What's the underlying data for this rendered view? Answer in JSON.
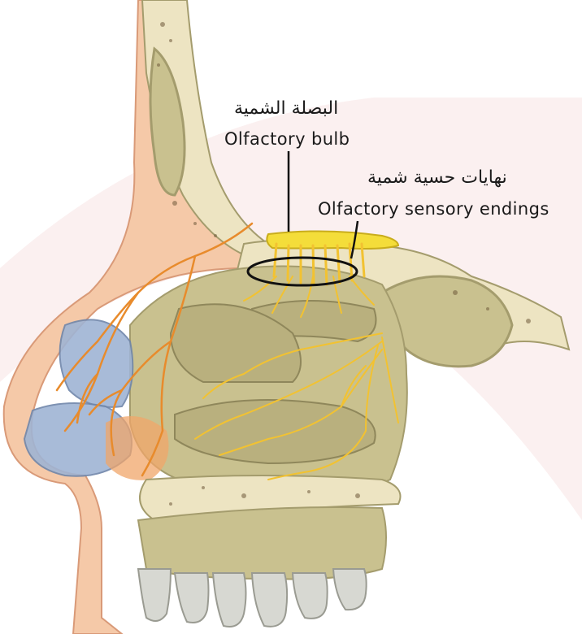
{
  "labels": {
    "olfactory_bulb": {
      "arabic": "البصلة الشمية",
      "english": "Olfactory bulb"
    },
    "sensory_endings": {
      "arabic": "نهايات حسية شمية",
      "english": "Olfactory sensory endings"
    }
  },
  "colors": {
    "background_band": "#fbeeee",
    "bone": "#c9c18f",
    "bone_shadow": "#a49c6d",
    "cortical_bone": "#ede4c2",
    "marrow_dots": "#6f5a3a",
    "skin": "#f5c9a8",
    "cartilage": "#9fb4d4",
    "nerve_orange": "#e88b2c",
    "nerve_yellow": "#f2c231",
    "olfactory_bulb": "#f4dd3a",
    "teeth": "#d7d8d2",
    "pointer": "#111111"
  }
}
